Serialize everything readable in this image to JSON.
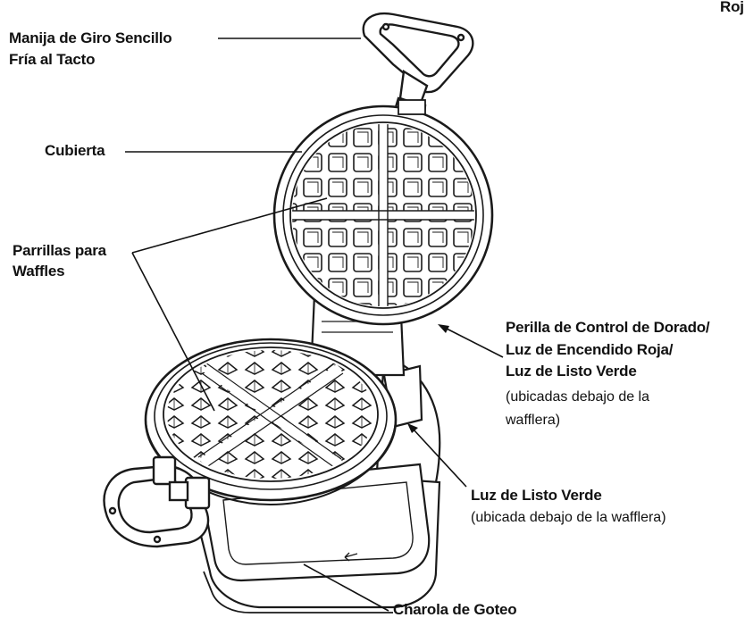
{
  "labels": {
    "clipped_top_right": "Roj",
    "handle_line1": "Manija de Giro Sencillo",
    "handle_line2": "Fría al Tacto",
    "cover": "Cubierta",
    "grids_line1": "Parrillas para",
    "grids_line2": "Waffles",
    "control_line1": "Perilla de Control de Dorado/",
    "control_line2": "Luz de Encendido Roja/",
    "control_line3": "Luz de Listo Verde",
    "control_note_line1": "(ubicadas debajo de la",
    "control_note_line2": "wafflera)",
    "ready_light": "Luz de Listo Verde",
    "ready_light_note": "(ubicada debajo de la wafflera)",
    "drip_tray": "Charola de Goteo"
  }
}
